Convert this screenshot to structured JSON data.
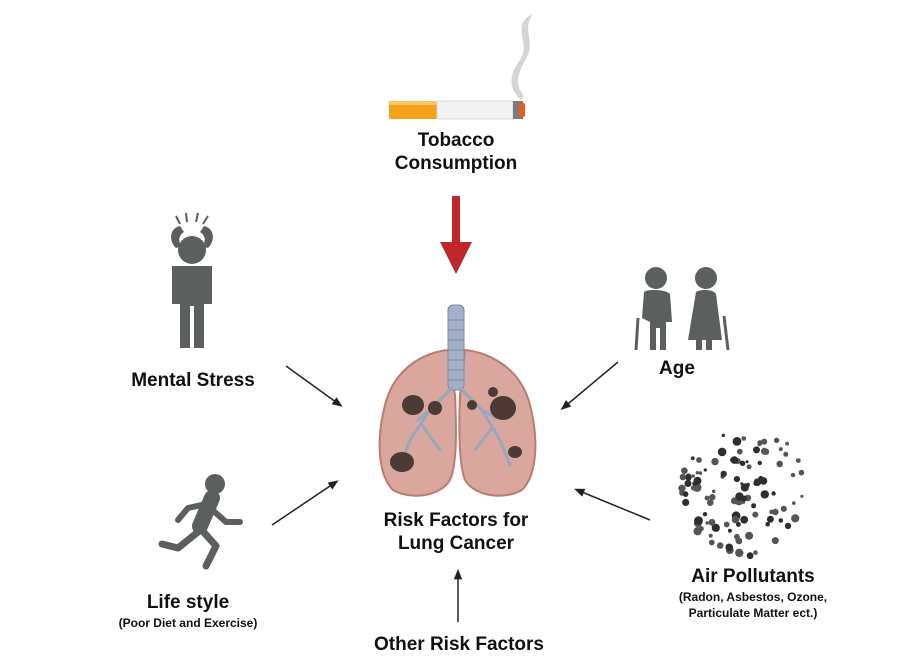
{
  "center": {
    "line1": "Risk Factors for",
    "line2": "Lung Cancer"
  },
  "tobacco": {
    "line1": "Tobacco",
    "line2": "Consumption"
  },
  "stress": {
    "label": "Mental Stress"
  },
  "age": {
    "label": "Age"
  },
  "lifestyle": {
    "label": "Life style",
    "sub": "(Poor Diet and Exercise)"
  },
  "pollutants": {
    "label": "Air Pollutants",
    "sub1": "(Radon, Asbestos, Ozone,",
    "sub2": "Particulate Matter ect.)"
  },
  "other": {
    "label": "Other Risk Factors"
  },
  "colors": {
    "tobacco_arrow": "#c0272d",
    "arrow": "#222222",
    "figure": "#5b5f5e",
    "lung": "#d9a79d",
    "lung_edge": "#b97d72",
    "trachea": "#a4b0c7",
    "tumor": "#4b3a35",
    "cigarette_filter": "#f5a31a",
    "smoke": "#c8c8c8"
  }
}
